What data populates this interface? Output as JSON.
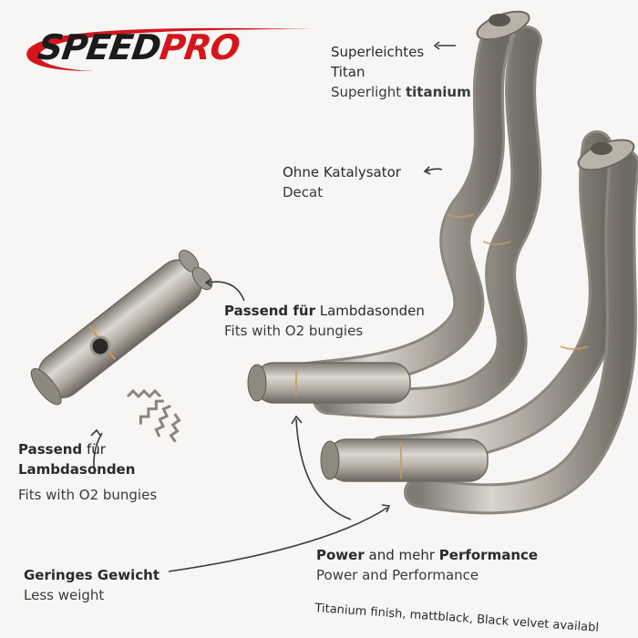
{
  "brand": {
    "speed": "SPEED",
    "pro": "PRO"
  },
  "labels": {
    "titan": {
      "de_line1": "Superleichtes",
      "de_line2": "Titan",
      "en_plain": "Superlight ",
      "en_bold": "titanium"
    },
    "decat": {
      "de": "Ohne Katalysator",
      "en": "Decat"
    },
    "lambda_right": {
      "de_bold": "Passend für",
      "de_plain": " Lambdasonden",
      "en": "Fits with O2 bungies"
    },
    "lambda_left": {
      "de_line1_bold": "Passend",
      "de_line1_plain": " für",
      "de_line2": "Lambdasonden",
      "en": "Fits with O2 bungies"
    },
    "weight": {
      "de": "Geringes Gewicht",
      "en": "Less weight"
    },
    "power": {
      "de_bold1": "Power",
      "de_plain": " and mehr ",
      "de_bold2": "Performance",
      "en": "Power and Performance"
    }
  },
  "finish_text": "Titanium finish, mattblack, Black velvet availabl",
  "colors": {
    "brand_red": "#d4161c",
    "brand_dark": "#1b1b1b",
    "titanium": "#a9a49c"
  }
}
